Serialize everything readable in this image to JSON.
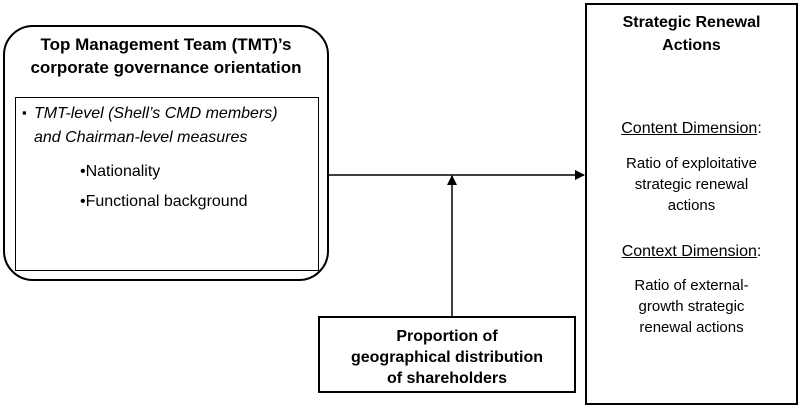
{
  "tmt_box": {
    "title": "Top Management Team (TMT)’s\ncorporate governance orientation",
    "measures_bullet": "▪",
    "measures_text": "TMT-level (Shell’s CMD members)\nand Chairman-level measures",
    "items": [
      "•Nationality",
      "•Functional background"
    ]
  },
  "strategic_renewal_box": {
    "title": "Strategic Renewal\nActions",
    "content_label": "Content Dimension",
    "content_colon": ":",
    "content_text": "Ratio of exploitative\nstrategic renewal\nactions",
    "context_label": "Context Dimension",
    "context_colon": ":",
    "context_text": "Ratio of external-\ngrowth strategic\nrenewal actions"
  },
  "moderator_box": {
    "text": "Proportion of\ngeographical distribution\nof shareholders"
  }
}
